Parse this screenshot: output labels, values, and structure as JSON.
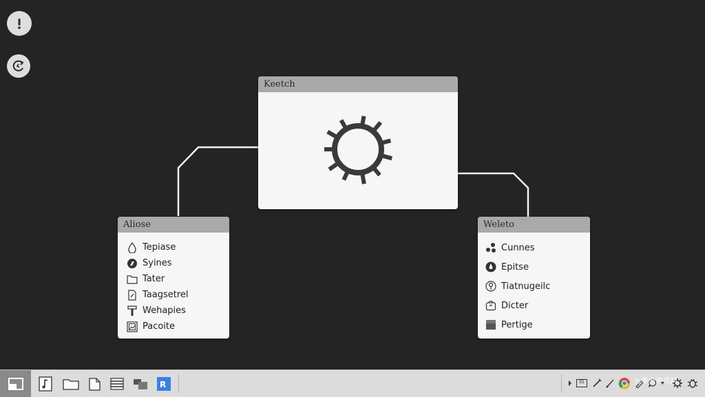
{
  "desktop": {
    "icons": [
      {
        "name": "alert-icon"
      },
      {
        "name": "refresh-icon"
      }
    ]
  },
  "center_window": {
    "title": "Keetch",
    "icon": "gear-icon"
  },
  "left_window": {
    "title": "Aliose",
    "items": [
      {
        "label": "Tepiase",
        "icon": "drop-icon"
      },
      {
        "label": "Syines",
        "icon": "compass-icon"
      },
      {
        "label": "Tater",
        "icon": "folder-icon"
      },
      {
        "label": "Taagsetrel",
        "icon": "file-edit-icon"
      },
      {
        "label": "Wehapies",
        "icon": "hammer-icon"
      },
      {
        "label": "Pacoite",
        "icon": "image-icon"
      }
    ]
  },
  "right_window": {
    "title": "Weleto",
    "items": [
      {
        "label": "Cunnes",
        "icon": "dots-icon"
      },
      {
        "label": "Epitse",
        "icon": "flame-icon"
      },
      {
        "label": "Tiatnugeilc",
        "icon": "pin-icon"
      },
      {
        "label": "Dicter",
        "icon": "box-icon"
      },
      {
        "label": "Pertige",
        "icon": "square-icon"
      }
    ]
  },
  "taskbar": {
    "apps": [
      "music-icon",
      "folder-icon",
      "document-icon",
      "list-icon",
      "files-icon",
      "app-blue-icon"
    ],
    "tray": [
      "chevron-icon",
      "keyboard-icon",
      "pen-icon",
      "brush-icon",
      "browser-icon",
      "pencil-icon",
      "chat-icon",
      "settings-icon",
      "bug-icon"
    ],
    "tray_text": "31",
    "watermark": "九零云资讯网"
  },
  "colors": {
    "background": "#242424",
    "header": "#a9a9a9",
    "card": "#f6f6f6",
    "taskbar": "#dcdcdc",
    "accent_blue": "#3c7fe0"
  }
}
